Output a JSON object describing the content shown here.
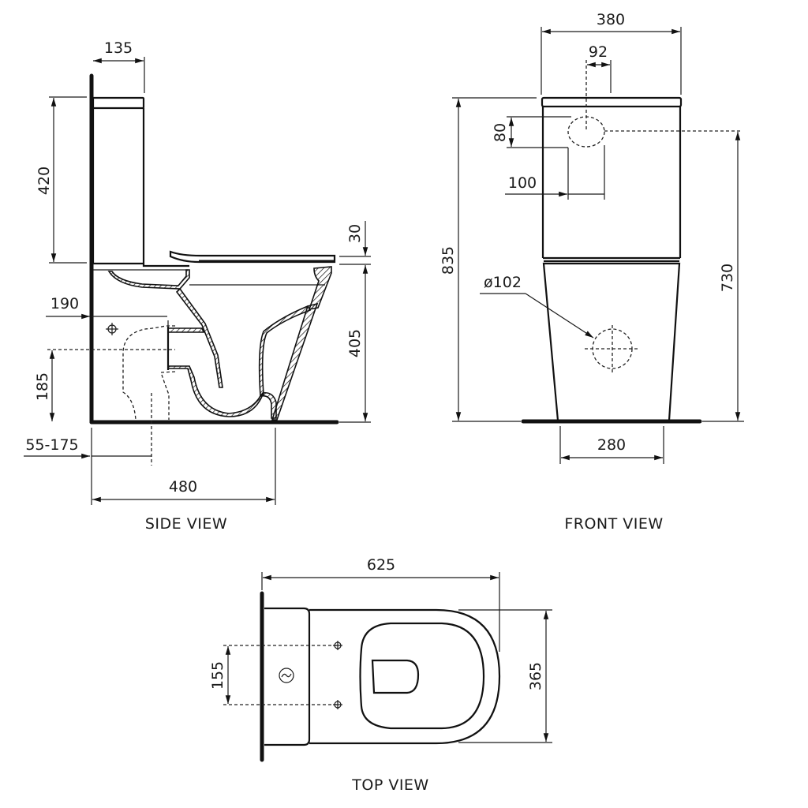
{
  "views": {
    "side": {
      "label": "SIDE VIEW",
      "dims": {
        "cistern_depth": "135",
        "cistern_height": "420",
        "seat_thickness": "30",
        "pan_height": "405",
        "inlet_height": "190",
        "outlet_height": "185",
        "outlet_setout": "55-175",
        "pan_depth": "480"
      }
    },
    "front": {
      "label": "FRONT VIEW",
      "dims": {
        "cistern_width": "380",
        "inlet_offset": "92",
        "inlet_opening_height": "80",
        "inlet_opening_width": "100",
        "overall_height": "835",
        "inlet_center_height": "730",
        "outlet_diameter": "ø102",
        "base_width": "280"
      }
    },
    "top": {
      "label": "TOP VIEW",
      "dims": {
        "overall_length": "625",
        "fixing_spacing": "155",
        "overall_width": "365"
      }
    }
  }
}
